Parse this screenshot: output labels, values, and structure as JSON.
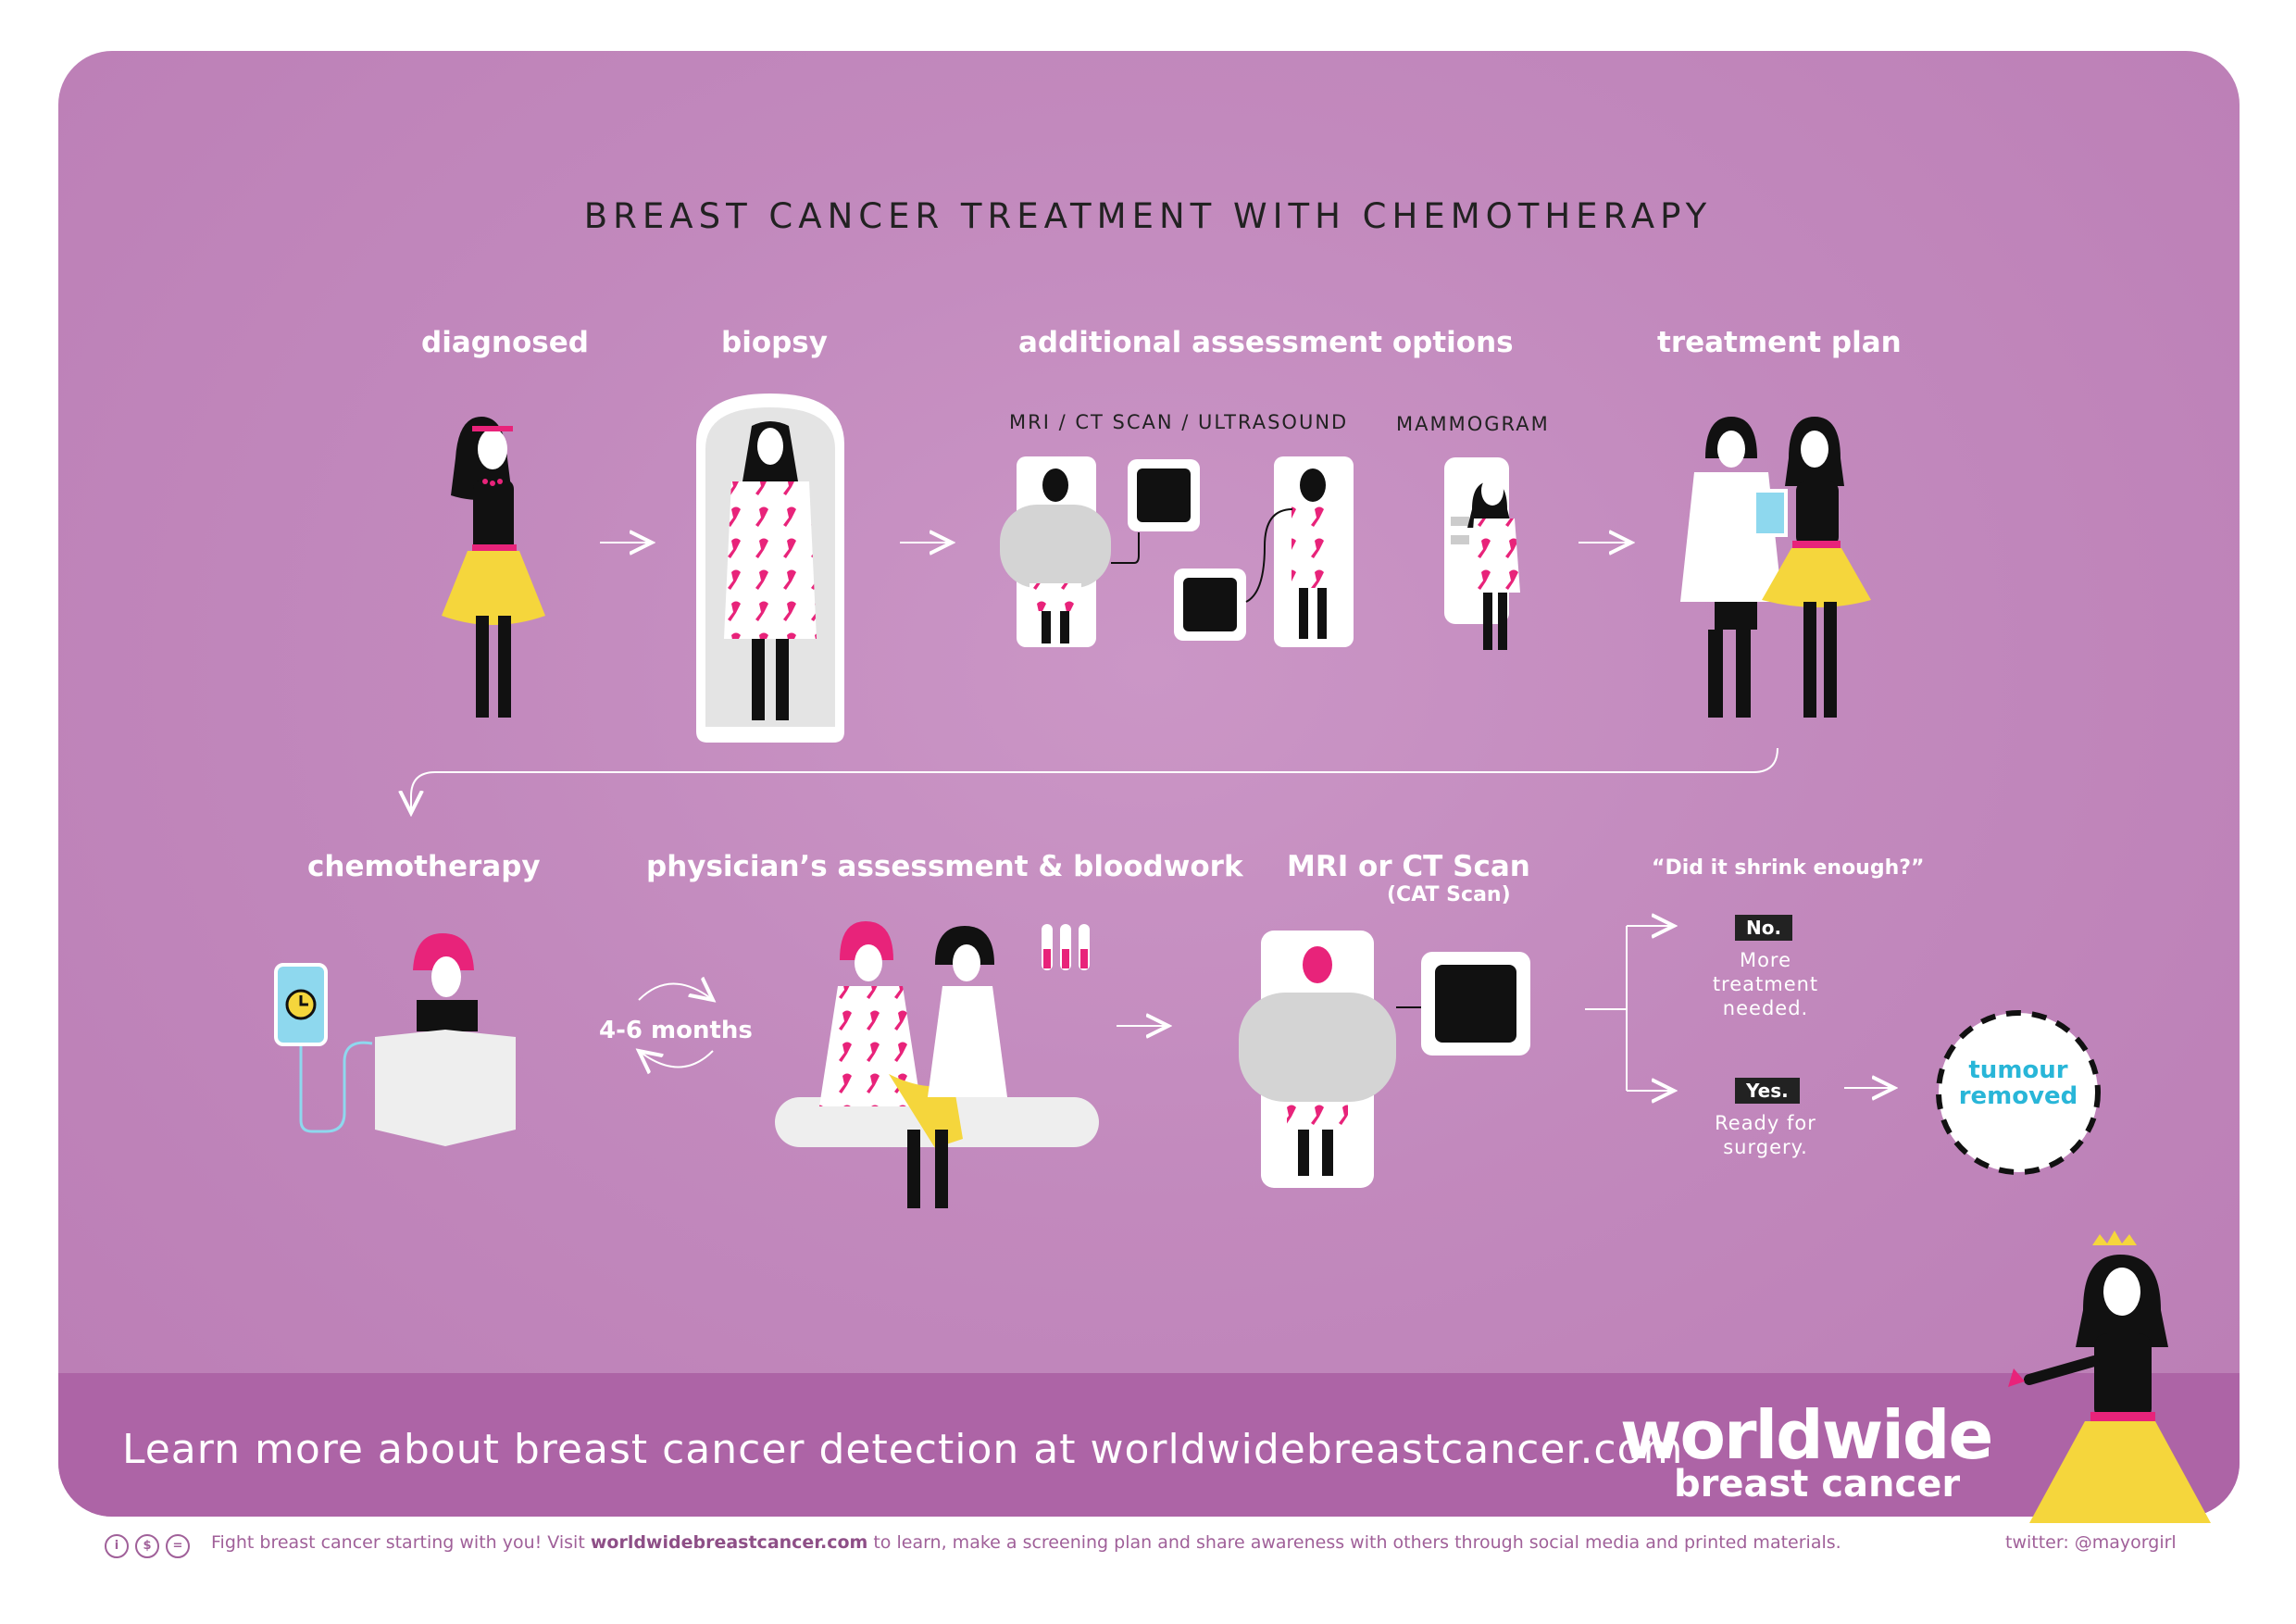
{
  "title": "BREAST CANCER TREATMENT WITH CHEMOTHERAPY",
  "steps_top": {
    "diagnosed": "diagnosed",
    "biopsy": "biopsy",
    "assessment": "additional assessment options",
    "assessment_sub1": "MRI / CT SCAN / ULTRASOUND",
    "assessment_sub2": "MAMMOGRAM",
    "treatment_plan": "treatment plan"
  },
  "steps_bottom": {
    "chemotherapy": "chemotherapy",
    "physician": "physician’s assessment & bloodwork",
    "duration": "4-6 months",
    "scan": "MRI or CT Scan",
    "scan_sub": "(CAT Scan)",
    "question": "“Did it shrink enough?”",
    "no_tag": "No.",
    "no_text": "More treatment needed.",
    "yes_tag": "Yes.",
    "yes_text": "Ready for surgery.",
    "result": "tumour removed"
  },
  "footer": {
    "learn": "Learn more about breast cancer detection at worldwidebreastcancer.com",
    "brand_line1": "worldwide",
    "brand_line2": "breast cancer",
    "bottom_pre": "Fight breast cancer starting with you! Visit",
    "bottom_site": "worldwidebreastcancer.com",
    "bottom_post": "to learn, make a screening plan and share awareness with others through social media and printed materials.",
    "twitter": "twitter: @mayorgirl"
  },
  "colors": {
    "background": "#c289bd",
    "footer_band": "#ad64a6",
    "skirt": "#f5d63c",
    "accent": "#e8237a",
    "ink": "#111111"
  },
  "icons": [
    "license-cc-icon",
    "license-nc-icon",
    "license-nd-icon"
  ]
}
